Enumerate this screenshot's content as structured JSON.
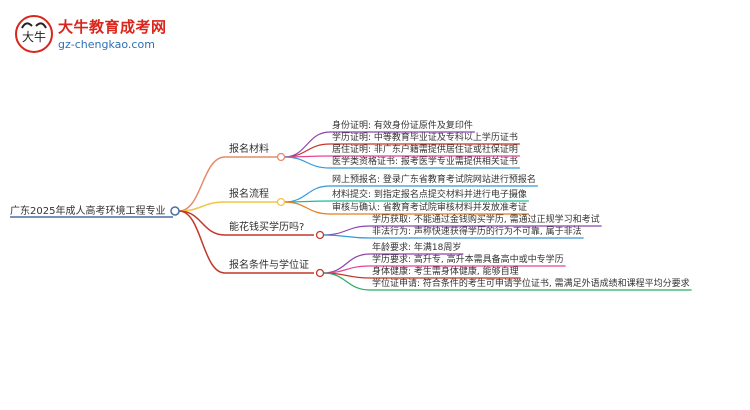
{
  "watermark": {
    "title": "大牛教育成考网",
    "url": "gz-chengkao.com",
    "mark_text": "大牛"
  },
  "colors": {
    "root_line": "#4a6fa5",
    "branch_1": "#e58a6a",
    "branch_2": "#f0c54a",
    "branch_3": "#c0392b",
    "branch_4": "#c0392b",
    "leaf_purple": "#8e44ad",
    "leaf_blue": "#3498db",
    "leaf_orange": "#e67e22",
    "leaf_teal": "#1abc9c",
    "leaf_red": "#c0392b",
    "leaf_green": "#27ae60",
    "leaf_pink": "#e84393"
  },
  "mindmap": {
    "root": "广东2025年成人高考环境工程专业",
    "branches": [
      {
        "label": "报名材料",
        "items": [
          "身份证明: 有效身份证原件及复印件",
          "学历证明: 中等教育毕业证及专科以上学历证书",
          "居住证明: 非广东户籍需提供居住证或社保证明",
          "医学类资格证书: 报考医学专业需提供相关证书"
        ]
      },
      {
        "label": "报名流程",
        "items": [
          "网上预报名: 登录广东省教育考试院网站进行预报名",
          "材料提交: 到指定报名点提交材料并进行电子摄像",
          "审核与确认: 省教育考试院审核材料并发放准考证"
        ]
      },
      {
        "label": "能花钱买学历吗?",
        "items": [
          "学历获取: 不能通过金钱购买学历, 需通过正规学习和考试",
          "非法行为: 声称快速获得学历的行为不可靠, 属于非法"
        ]
      },
      {
        "label": "报名条件与学位证",
        "items": [
          "年龄要求: 年满18周岁",
          "学历要求: 高升专, 高升本需具备高中或中专学历",
          "身体健康: 考生需身体健康, 能够自理",
          "学位证申请: 符合条件的考生可申请学位证书, 需满足外语成绩和课程平均分要求"
        ]
      }
    ]
  }
}
